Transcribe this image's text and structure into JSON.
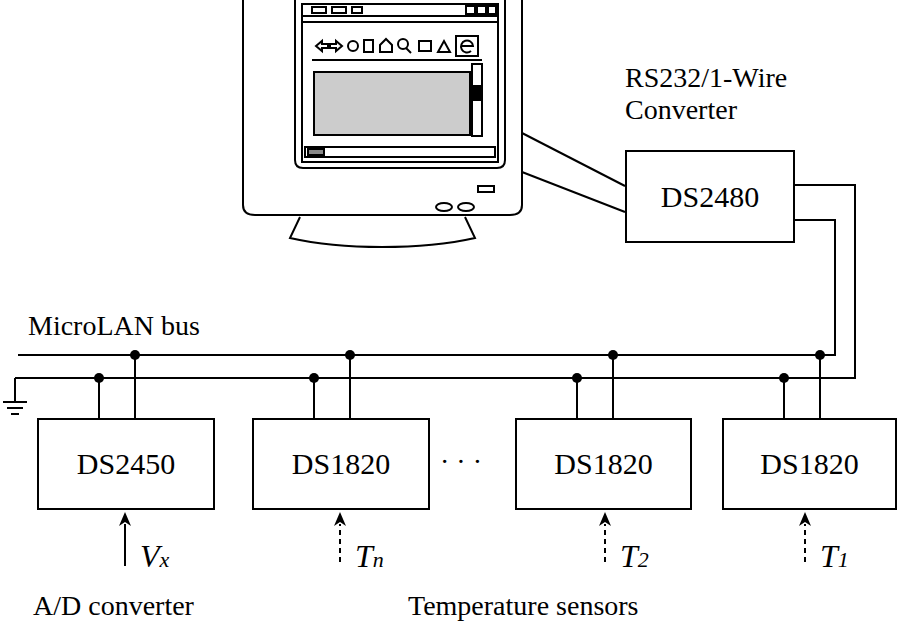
{
  "diagram": {
    "nodes": [
      {
        "text": [
          "DS2480"
        ]
      },
      {
        "text": [
          "DS2450"
        ]
      },
      {
        "text": [
          "DS1820"
        ]
      },
      {
        "text": [
          "DS1820"
        ]
      },
      {
        "text": [
          "DS1820"
        ]
      }
    ],
    "edges": [
      {
        "from": 0,
        "to": 1,
        "arrow": "none"
      },
      {
        "from": 0,
        "to": 2,
        "arrow": "none"
      },
      {
        "from": 0,
        "to": 3,
        "arrow": "none"
      },
      {
        "from": 0,
        "to": 4,
        "arrow": "none"
      }
    ],
    "labels": [
      "RS232/1-Wire Converter",
      "MicroLAN bus",
      "Vx",
      "Tn",
      "T2",
      "T1",
      "· · ·",
      "A/D converter",
      "Temperature sensors"
    ]
  }
}
